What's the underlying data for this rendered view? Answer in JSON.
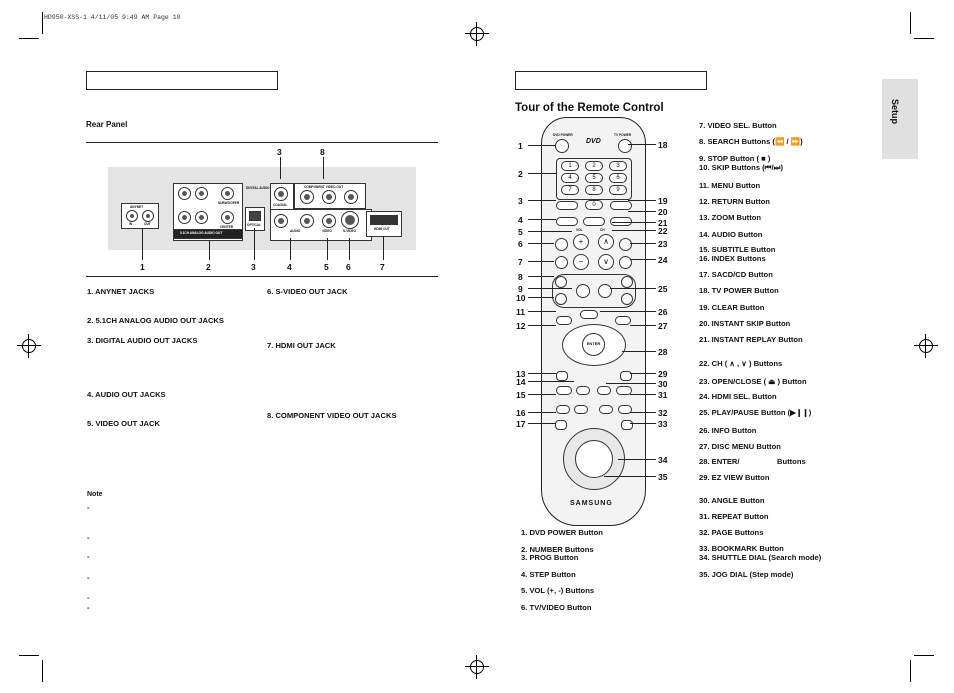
{
  "header": {
    "text": "HD950-XSS-1  4/11/05  9:49 AM  Page 10"
  },
  "side_tab": {
    "label": "Setup"
  },
  "left": {
    "rear_panel_title": "Rear Panel",
    "panel_callouts_top": [
      "3",
      "8"
    ],
    "panel_callouts_bottom": [
      "1",
      "2",
      "3",
      "4",
      "5",
      "6",
      "7"
    ],
    "panel_labels": {
      "anynet": "ANYNET",
      "in": "IN",
      "out": "OUT",
      "digital_audio": "DIGITAL AUDIO OUT",
      "coaxial": "COAXIAL",
      "optical": "OPTICAL",
      "component": "COMPONENT VIDEO OUT",
      "audio": "AUDIO",
      "video": "VIDEO",
      "svideo": "S-VIDEO",
      "hdmi": "HDMI OUT",
      "ch51": "5.1CH ANALOG AUDIO OUT",
      "subwoofer": "SUBWOOFER",
      "center": "CENTER"
    },
    "items_col1": [
      "1.   ANYNET JACKS",
      "2.   5.1CH ANALOG AUDIO OUT JACKS",
      "3.   DIGITAL AUDIO OUT JACKS",
      "4.   AUDIO OUT JACKS",
      "5.   VIDEO OUT JACK"
    ],
    "items_col2": [
      "6.   S-VIDEO OUT JACK",
      "7.   HDMI OUT JACK",
      "8.   COMPONENT VIDEO OUT JACKS"
    ],
    "note_title": "Note",
    "note_bullets": [
      "-",
      "-",
      "-",
      "-",
      "-",
      "-"
    ]
  },
  "right": {
    "title": "Tour of the Remote Control",
    "remote_numbers_left": [
      "1",
      "2",
      "3",
      "4",
      "5",
      "6",
      "7",
      "8",
      "9",
      "10",
      "11",
      "12",
      "13",
      "14",
      "15",
      "16",
      "17"
    ],
    "remote_numbers_right": [
      "18",
      "19",
      "20",
      "21",
      "22",
      "23",
      "24",
      "25",
      "26",
      "27",
      "28",
      "29",
      "30",
      "31",
      "32",
      "33",
      "34",
      "35"
    ],
    "remote_labels": {
      "dvd_power": "DVD POWER",
      "tv_power": "TV POWER",
      "dvd": "DVD",
      "brand": "SAMSUNG",
      "enter": "ENTER",
      "vol": "VOL",
      "ch": "CH",
      "keys": [
        "1",
        "2",
        "3",
        "4",
        "5",
        "6",
        "7",
        "8",
        "9",
        "0"
      ]
    },
    "list_bottom": [
      "1.   DVD POWER Button",
      "2.   NUMBER Buttons",
      "3.   PROG Button",
      "4.   STEP Button",
      "5.   VOL (+, -) Buttons",
      "6.   TV/VIDEO Button"
    ],
    "list_col2": [
      "7.   VIDEO SEL. Button",
      "8.   SEARCH Buttons (⏪ / ⏩)",
      "9.   STOP Button ( ■ )",
      "10. SKIP Buttons (⏮/⏭)",
      "11. MENU Button",
      "12. RETURN Button",
      "13. ZOOM Button",
      "14. AUDIO Button",
      "15. SUBTITLE Button",
      "16. INDEX Buttons",
      "17. SACD/CD Button",
      "18. TV POWER Button",
      "19. CLEAR Button",
      "20. INSTANT SKIP Button",
      "21. INSTANT REPLAY Button",
      "22. CH ( ∧ , ∨ ) Buttons",
      "23. OPEN/CLOSE ( ⏏ ) Button",
      "24. HDMI SEL. Button",
      "25. PLAY/PAUSE Button (▶❙❙)",
      "26. INFO Button",
      "27. DISC MENU Button",
      "28. ENTER/",
      "29. EZ VIEW Button",
      "30. ANGLE Button",
      "31. REPEAT Button",
      "32. PAGE Buttons",
      "33. BOOKMARK Button",
      "34. SHUTTLE DIAL (Search mode)",
      "35. JOG DIAL (Step mode)"
    ],
    "enter_suffix": "Buttons"
  }
}
